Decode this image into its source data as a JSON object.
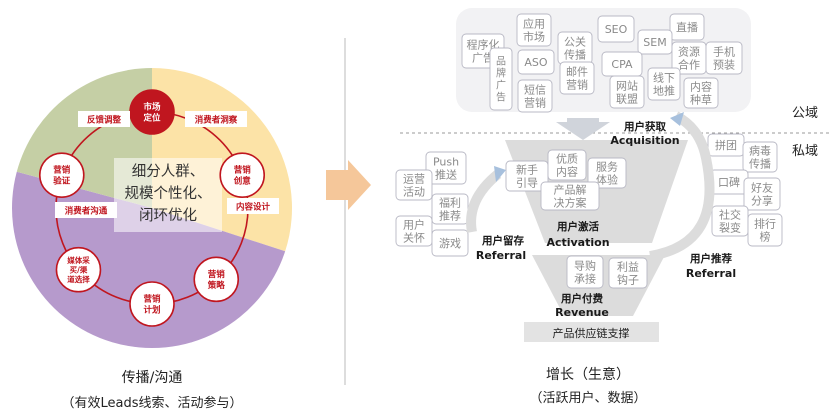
{
  "left": {
    "center_lines": [
      "细分人群、",
      "规模个性化、",
      "闭环优化"
    ],
    "nodes": [
      {
        "lines": [
          "市场",
          "定位"
        ]
      },
      {
        "lines": [
          "营销",
          "创意"
        ]
      },
      {
        "lines": [
          "营销",
          "策略"
        ]
      },
      {
        "lines": [
          "营销",
          "计划"
        ]
      },
      {
        "lines": [
          "媒体采",
          "买/渠",
          "道选择"
        ]
      },
      {
        "lines": [
          "营销",
          "验证"
        ]
      }
    ],
    "tags": [
      {
        "text": "反馈调整"
      },
      {
        "text": "消费者洞察"
      },
      {
        "text": "内容设计"
      },
      {
        "text": "消费者沟通"
      }
    ],
    "caption1": "传播/沟通",
    "caption2": "（有效Leads线索、活动参与）"
  },
  "right": {
    "domain_public": "公域",
    "domain_private": "私域",
    "public_chips": [
      {
        "lines": [
          "程序化",
          "广告"
        ]
      },
      {
        "lines": [
          "应用",
          "市场"
        ]
      },
      {
        "lines": [
          "公关",
          "传播"
        ]
      },
      {
        "lines": [
          "SEO"
        ]
      },
      {
        "lines": [
          "直播"
        ]
      },
      {
        "lines": [
          "SEM"
        ]
      },
      {
        "lines": [
          "资源",
          "合作"
        ]
      },
      {
        "lines": [
          "手机",
          "预装"
        ]
      },
      {
        "lines": [
          "ASO"
        ]
      },
      {
        "lines": [
          "邮件",
          "营销"
        ]
      },
      {
        "lines": [
          "CPA"
        ]
      },
      {
        "lines": [
          "品",
          "牌",
          "广",
          "告"
        ]
      },
      {
        "lines": [
          "短信",
          "营销"
        ]
      },
      {
        "lines": [
          "网站",
          "联盟"
        ]
      },
      {
        "lines": [
          "线下",
          "地推"
        ]
      },
      {
        "lines": [
          "内容",
          "种草"
        ]
      }
    ],
    "activation_chips": [
      {
        "lines": [
          "新手",
          "引导"
        ]
      },
      {
        "lines": [
          "优质",
          "内容"
        ]
      },
      {
        "lines": [
          "服务",
          "体验"
        ]
      },
      {
        "lines": [
          "产品解",
          "决方案"
        ]
      }
    ],
    "revenue_chips": [
      {
        "lines": [
          "导购",
          "承接"
        ]
      },
      {
        "lines": [
          "利益",
          "钩子"
        ]
      }
    ],
    "retention_chips": [
      {
        "lines": [
          "Push",
          "推送"
        ]
      },
      {
        "lines": [
          "运营",
          "活动"
        ]
      },
      {
        "lines": [
          "福利",
          "推荐"
        ]
      },
      {
        "lines": [
          "用户",
          "关怀"
        ]
      },
      {
        "lines": [
          "游戏"
        ]
      }
    ],
    "referral_chips": [
      {
        "lines": [
          "拼团"
        ]
      },
      {
        "lines": [
          "病毒",
          "传播"
        ]
      },
      {
        "lines": [
          "口碑"
        ]
      },
      {
        "lines": [
          "好友",
          "分享"
        ]
      },
      {
        "lines": [
          "社交",
          "裂变"
        ]
      },
      {
        "lines": [
          "排行",
          "榜"
        ]
      }
    ],
    "stages": {
      "acquisition_cn": "用户获取",
      "acquisition_en": "Acquisition",
      "activation_cn": "用户激活",
      "activation_en": "Activation",
      "revenue_cn": "用户付费",
      "revenue_en": "Revenue",
      "retention_cn": "用户留存",
      "retention_en": "Referral",
      "referral_cn": "用户推荐",
      "referral_en": "Referral"
    },
    "supply_chain": "产品供应链支撑",
    "caption1": "增长（生意）",
    "caption2": "（活跃用户、数据）"
  },
  "colors": {
    "red": "#c0161f",
    "green": "#c5cfa5",
    "yellow": "#fce3a7",
    "purple": "#b69acc",
    "chip_text": "#8a8a8a",
    "funnel": "#dcdcdc",
    "arrow_orange": "#f5c79a",
    "stage_text": "#1a1a1a"
  }
}
